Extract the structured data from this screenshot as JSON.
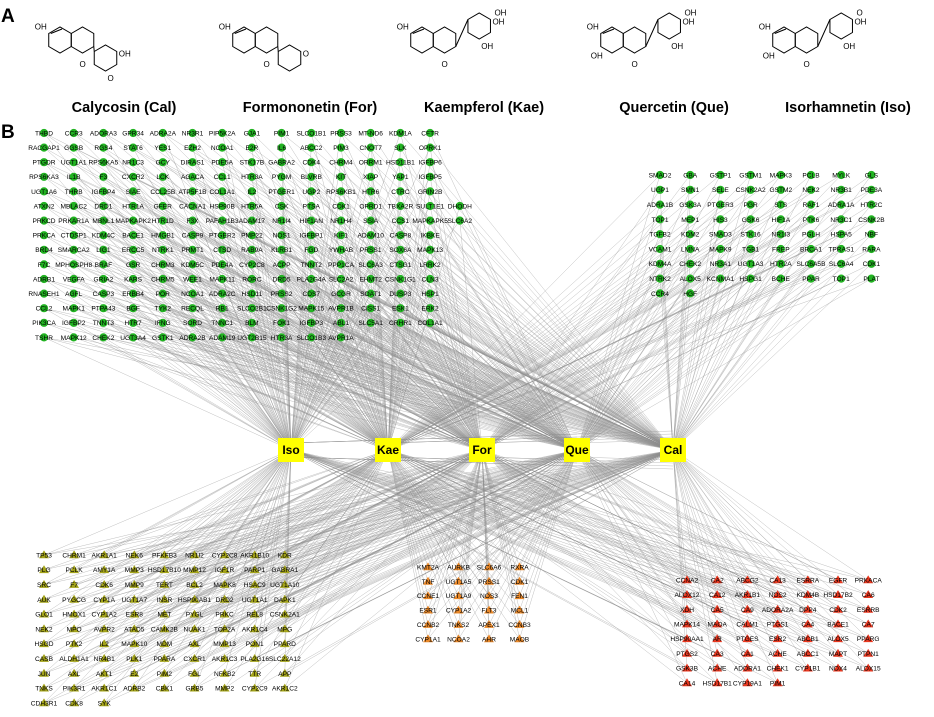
{
  "panel_a_label": "A",
  "panel_b_label": "B",
  "compounds": [
    {
      "name": "Calycosin (Cal)",
      "kind": "isoflavone",
      "substituents": [
        "OH",
        "O",
        "OH",
        "O"
      ]
    },
    {
      "name": "Formononetin (For)",
      "kind": "isoflavone",
      "substituents": [
        "OH",
        "O",
        "O"
      ]
    },
    {
      "name": "Kaempferol (Kae)",
      "kind": "flavonol",
      "substituents": [
        "OH",
        "O",
        "OH",
        "OH",
        "OH"
      ]
    },
    {
      "name": "Quercetin (Que)",
      "kind": "flavonol",
      "substituents": [
        "OH",
        "O",
        "OH",
        "OH",
        "OH",
        "OH"
      ]
    },
    {
      "name": "Isorhamnetin (Iso)",
      "kind": "flavonol",
      "substituents": [
        "OH",
        "O",
        "OH",
        "OH",
        "O",
        "OH"
      ]
    }
  ],
  "hubs": [
    "Iso",
    "Kae",
    "For",
    "Que",
    "Cal"
  ],
  "colors": {
    "hub": "#ffff00",
    "green": "#22b322",
    "olive": "#a3a319",
    "orange": "#e8882a",
    "red": "#e83820",
    "edge": "#8c8c8c"
  },
  "clusters": [
    {
      "id": "top-left",
      "color": "green",
      "targets": [
        "Iso",
        "Kae",
        "For",
        "Que",
        "Cal"
      ],
      "rows": [
        [
          "THBD",
          "CCR3",
          "ADORA3",
          "GPR34",
          "ADRA2A",
          "NR3R1",
          "PIP5K2A",
          "GJA1",
          "PIM1",
          "SLCO1B1",
          "PRSS3",
          "MT-ND6",
          "KDM1A",
          "CFTR"
        ],
        [
          "RACGAP1",
          "GGSB",
          "RGS4",
          "STAT6",
          "YES1",
          "EZH2",
          "NCOA1",
          "E2R",
          "IL6",
          "ABCC2",
          "PIM3",
          "CNOT7",
          "SLK",
          "OPRK1"
        ],
        [
          "PTGDR",
          "UGT1A1",
          "RPS6KA5",
          "NR1C3",
          "GCY",
          "DIRAS1",
          "PDE5A",
          "STK17B",
          "GABRA2",
          "CDK4",
          "CHRM4",
          "ORRM1",
          "HSD11B1",
          "IGFBP6"
        ],
        [
          "RPS6KA3",
          "IL1B",
          "F3",
          "CXCR2",
          "LCK",
          "AGACA",
          "CCL1",
          "HTR3A",
          "PYGM",
          "BLVRB",
          "KIT",
          "XIAP",
          "YAP1",
          "IGFBP5"
        ],
        [
          "UGT1A6",
          "THRB",
          "IGFBP4",
          "SIAE",
          "CCL25B",
          "ATP5F1B",
          "COL1A1",
          "IL2",
          "PTGER1",
          "UGP2",
          "RPS6KB1",
          "HTR6",
          "CTRC",
          "GRIN2B"
        ],
        [
          "ATXN2",
          "MBLAC2",
          "DRD1",
          "HTR1A",
          "GFER",
          "CACNA1",
          "HSP90B",
          "HTR5A",
          "CSK",
          "PTSA",
          "CDK1",
          "OPRD1",
          "TBXA2R",
          "SULT1E1",
          "DHODH"
        ],
        [
          "PRKCD",
          "PRKAR1A",
          "MBNL1",
          "MAPKAPK2",
          "HTR1D",
          "F3X",
          "PAFAH1B3",
          "ADAM17",
          "NR1I4",
          "HIF1AN",
          "NR1H4",
          "SSIA",
          "CCS1",
          "MAPKAPK5",
          "SLC6A2"
        ],
        [
          "PRKCA",
          "CTDSP1",
          "KDM4C",
          "BACE1",
          "HMGB1",
          "CASP9",
          "PTGER2",
          "PMP22",
          "NOS1",
          "IGFBP1",
          "KIF1",
          "ADAM10",
          "CASP8",
          "IKBKE"
        ],
        [
          "BRD4",
          "SMARCA2",
          "LIG1",
          "ERCC5",
          "NTRK1",
          "PRMT1",
          "CTSD",
          "RAB9A",
          "KLRB1",
          "FGD",
          "YWHAB",
          "PRSS1",
          "SOX6A",
          "MAPK13"
        ],
        [
          "F7C",
          "MPHOSPH8",
          "BRAF",
          "GSR",
          "CHRM3",
          "KDM5C",
          "PDE4A",
          "CYP2C8",
          "ACPP",
          "TNNT2",
          "PPP1CA",
          "SLC6A3",
          "CTSG1",
          "LRRK2"
        ],
        [
          "ADRB1",
          "VEGFA",
          "GRIA2",
          "KARS",
          "CHRM5",
          "WEE1",
          "MAPK11",
          "RORC",
          "DRD5",
          "PLA2G4A",
          "SLC2A2",
          "EHMT2",
          "CSNK1G1",
          "CLN3"
        ],
        [
          "RNASEH1",
          "AGFL",
          "CASP3",
          "ERBB4",
          "POR",
          "NCOA1",
          "ADRA2C",
          "HSD11",
          "PRSS2",
          "CDS7",
          "GCGR",
          "SOAT1",
          "DUSP3",
          "HSP1"
        ],
        [
          "CCL2",
          "MAPK1",
          "PTPA43",
          "BGF",
          "TYK2",
          "RECQL",
          "RB1",
          "SLCO2B1",
          "CSNK1G2",
          "MAPK15",
          "AVPR1B",
          "CISS1",
          "ESK1",
          "ERK2"
        ],
        [
          "PIK3CA",
          "IGFBP2",
          "TNNT3",
          "HTR7",
          "IFNG",
          "SORD",
          "TNNC1",
          "BLM",
          "FOK1",
          "IGFBP3",
          "ABL1",
          "SLC5A1",
          "CRHR1",
          "COL1A1"
        ],
        [
          "TSHR",
          "MAPK12",
          "CHEK2",
          "UGT3A4",
          "GSTK1",
          "ADRA2B",
          "ADAM19",
          "UGT2B15",
          "HTR3A",
          "SLCO1B3",
          "AVPR1A"
        ]
      ]
    },
    {
      "id": "top-right",
      "color": "green",
      "targets": [
        "Kae",
        "For",
        "Que",
        "Cal"
      ],
      "rows": [
        [
          "SMAD2",
          "GBA",
          "GSTP1",
          "GSTM1",
          "MAPK3",
          "PCLB",
          "MYLK",
          "GLS"
        ],
        [
          "UGP1",
          "SMN1",
          "SELE",
          "CSNK2A2",
          "GSTM2",
          "NEK2",
          "NR3B1",
          "PDE3A"
        ],
        [
          "ADRA1B",
          "GSK3A",
          "PTGER3",
          "PGR",
          "STS",
          "RAF1",
          "ADRA1A",
          "HTR2C"
        ],
        [
          "TOP1",
          "MEP1",
          "HIS3",
          "GSK6",
          "HIF1A",
          "PTK6",
          "NR3C1",
          "CSNK2B"
        ],
        [
          "TGFB2",
          "KDM2",
          "SMAD3",
          "STK16",
          "NR1I3",
          "PGLH",
          "HSPA5",
          "NBF"
        ],
        [
          "VCAM1",
          "LMNA",
          "MAPK9",
          "TGB1",
          "FREP",
          "BRCA1",
          "TPRAS1",
          "RARA"
        ],
        [
          "KDM4A",
          "CHEK2",
          "NR3A1",
          "UGT1A3",
          "HTR2A",
          "SLC6A5B",
          "SLC6A4",
          "CDK1"
        ],
        [
          "NTRK2",
          "ALOX5",
          "KCNMA1",
          "HSPG1",
          "BCHE",
          "PPAR",
          "TOP1",
          "PLAT"
        ],
        [
          "CCR4",
          "HGF"
        ]
      ]
    },
    {
      "id": "bottom-left",
      "color": "olive",
      "targets": [
        "Iso",
        "Kae",
        "For",
        "Que",
        "Cal"
      ],
      "rows": [
        [
          "TP53",
          "CHRM1",
          "AKR1A1",
          "NEK6",
          "PFKFB3",
          "NR1I2",
          "CYP2C8",
          "AKR1B10",
          "KDR"
        ],
        [
          "PLG",
          "PCLK",
          "AMY1A",
          "MMP3",
          "HSD17B10",
          "MMP12",
          "IGF1R",
          "PARP1",
          "GABRA1"
        ],
        [
          "SRC",
          "F7",
          "CDK6",
          "MMP9",
          "TERT",
          "BCL2",
          "MAPK8",
          "HSAC9",
          "UGT1A10"
        ],
        [
          "AUK",
          "PYGCG",
          "CYP1A",
          "UGT1A7",
          "INSR",
          "HSP90AB1",
          "DRD2",
          "UGT1A1",
          "DAPK1"
        ],
        [
          "GLO1",
          "HMOX1",
          "CYP1A2",
          "ESR8",
          "MET",
          "PYGL",
          "PRKC",
          "REL8",
          "CSNK2A1"
        ],
        [
          "NEK2",
          "MPO",
          "AVPR2",
          "ATAD5",
          "CAMK2B",
          "NUAK1",
          "TOP2A",
          "AKR1C4",
          "MPG"
        ],
        [
          "HSGD",
          "PTK2",
          "IL2",
          "MAPK10",
          "MDM",
          "AXL",
          "MMP13",
          "PON1",
          "PPARD"
        ],
        [
          "CASB",
          "ALDH1A1",
          "NR4B1",
          "PLK1",
          "PPARA",
          "CXCR1",
          "AKR1C3",
          "PLA2G16",
          "SLC22A12"
        ],
        [
          "JUN",
          "AXL",
          "AKT1",
          "E2",
          "PIM2",
          "FGL",
          "NFKB2",
          "TTR",
          "APP"
        ],
        [
          "TNKS",
          "PIK3R1",
          "AKR1C1",
          "ADRB2",
          "CBK1",
          "GRB5",
          "MMP2",
          "CYP2C9",
          "AKR1C2"
        ],
        [
          "CDH3R1",
          "CDK8",
          "SYK"
        ]
      ]
    },
    {
      "id": "bottom-center",
      "color": "orange",
      "targets": [
        "Kae",
        "For",
        "Que"
      ],
      "rows": [
        [
          "KMT2A",
          "AURKB",
          "SLC6A6",
          "RXRA"
        ],
        [
          "TNF",
          "UGT1A5",
          "PRSS1",
          "CDK1"
        ],
        [
          "CCNE1",
          "UGT1A9",
          "NOS3",
          "FEN1"
        ],
        [
          "ESR1",
          "CYP1A2",
          "FLT3",
          "MCL1"
        ],
        [
          "CCNB2",
          "TNKS2",
          "APEX1",
          "CCNB3"
        ],
        [
          "CYP1A1",
          "NCOA2",
          "AHR",
          "MAOB"
        ]
      ]
    },
    {
      "id": "bottom-right",
      "color": "red",
      "targets": [
        "Iso",
        "Kae",
        "For",
        "Que",
        "Cal"
      ],
      "rows": [
        [
          "CCNA2",
          "CA2",
          "ABCG2",
          "CA13",
          "ESRRA",
          "EGFR",
          "PRKACA"
        ],
        [
          "ALOX12",
          "CA12",
          "AKR1B1",
          "NOS2",
          "KDM4B",
          "HSD17B2",
          "CA6"
        ],
        [
          "XDH",
          "CA5",
          "CA9",
          "ADORA2A",
          "DPP4",
          "CDK2",
          "ESRRB"
        ],
        [
          "MAPK14",
          "MAOA",
          "CALM1",
          "PTGS1",
          "CA4",
          "BACE1",
          "CA7"
        ],
        [
          "HSP90AA1",
          "AR",
          "PTGES",
          "ESR2",
          "ABCB1",
          "ALOX5",
          "PPARG"
        ],
        [
          "PTGS2",
          "CA3",
          "CA1",
          "ACHE",
          "ABCC1",
          "MAPT",
          "PTPN1"
        ],
        [
          "GSK3B",
          "ACHE",
          "ADORA1",
          "CHEK1",
          "CYP1B1",
          "NOX4",
          "ALOX15"
        ],
        [
          "CA14",
          "HSD17B1",
          "CYP19A1",
          "PIM1"
        ]
      ]
    }
  ]
}
